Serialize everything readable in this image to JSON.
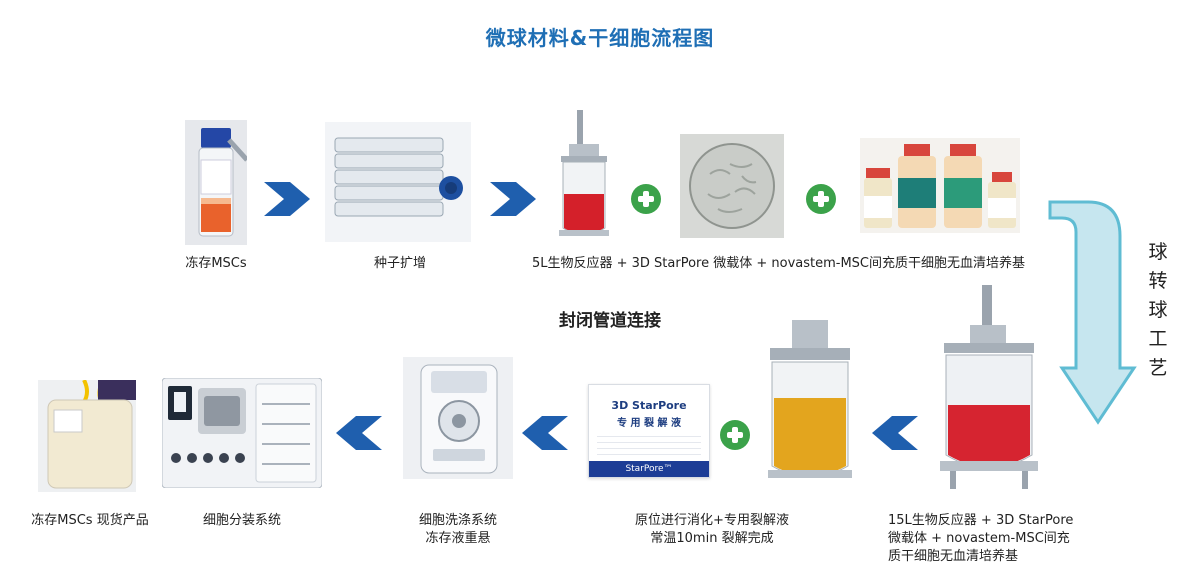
{
  "title": "微球材料&干细胞流程图",
  "subtitle": "封闭管道连接",
  "side_label": [
    "球",
    "转",
    "球",
    "工",
    "艺"
  ],
  "captions": {
    "frozen_mscs": "冻存MSCs",
    "seed_expansion": "种子扩增",
    "bioreactor_5l": "5L生物反应器 + 3D StarPore 微载体 + novastem-MSC间充质干细胞无血清培养基",
    "bioreactor_15l": [
      "15L生物反应器 + 3D StarPore",
      "微载体 + novastem-MSC间充",
      "质干细胞无血清培养基"
    ],
    "digestion": [
      "原位进行消化+专用裂解液",
      "常温10min  裂解完成"
    ],
    "washing": [
      "细胞洗涤系统",
      "冻存液重悬"
    ],
    "dispensing": "细胞分装系统",
    "product": "冻存MSCs 现货产品"
  },
  "lysis_box": {
    "brand": "3D StarPore",
    "name": "专 用 裂 解 液",
    "footer": "StarPore™"
  },
  "colors": {
    "arrow_blue": "#1f5fae",
    "plus_green": "#3ba24a",
    "loop_arrow": "#5fbcd3",
    "title_blue": "#1f6fb5"
  }
}
